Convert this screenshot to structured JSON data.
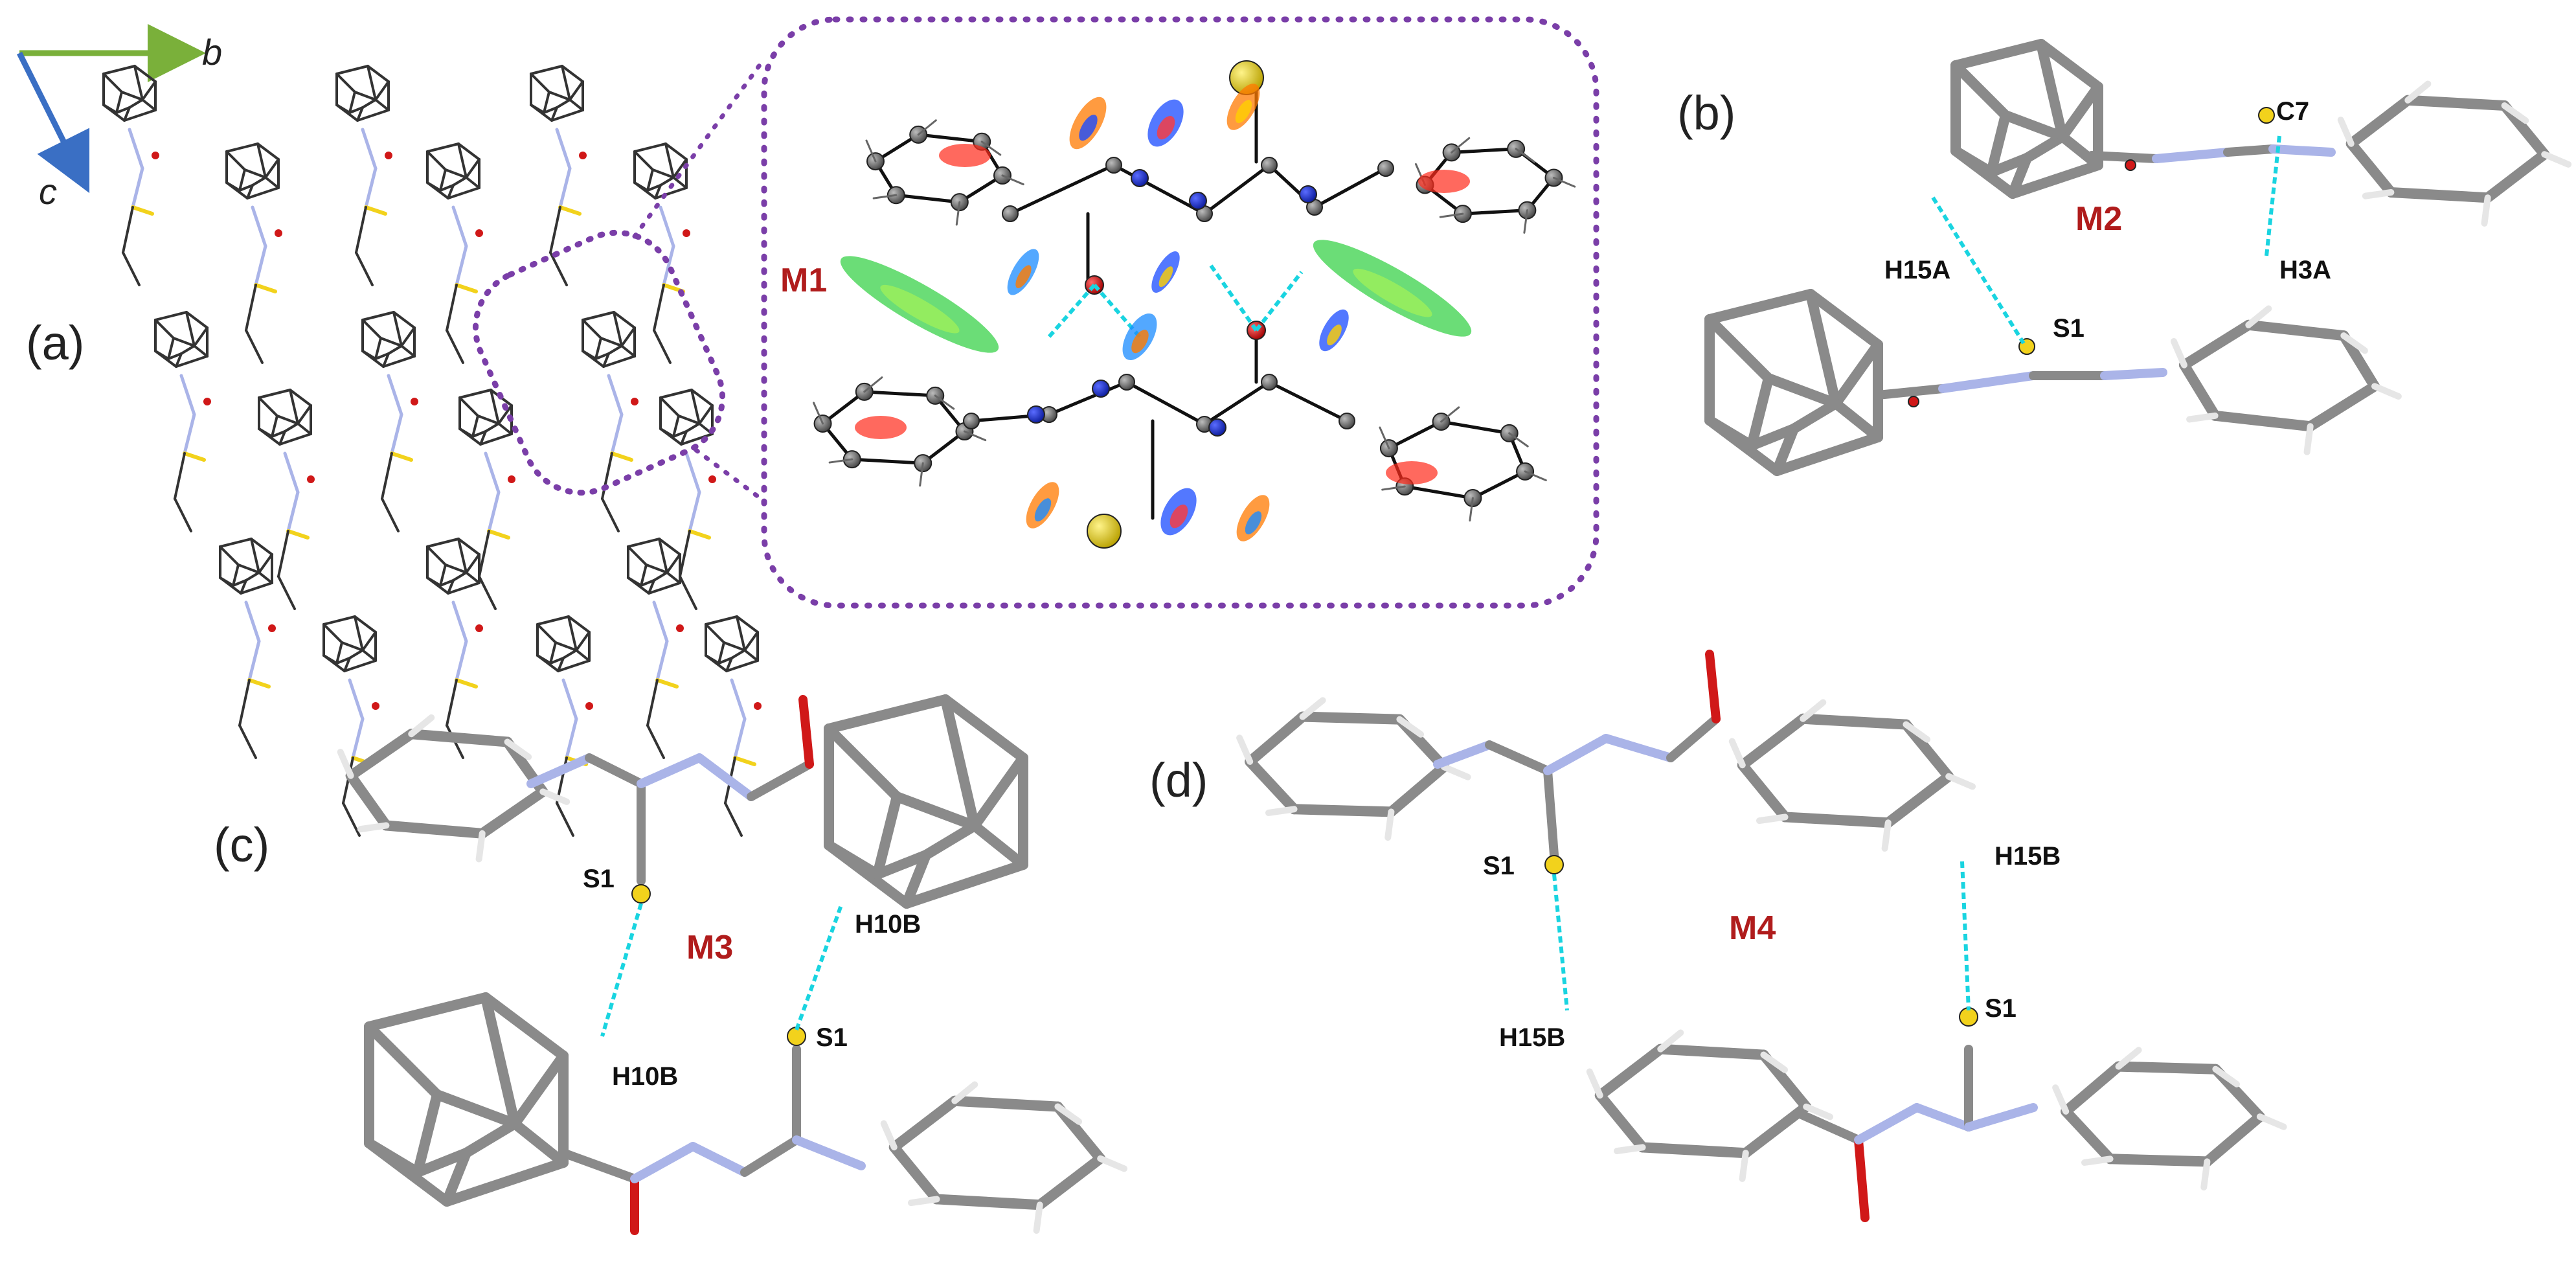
{
  "panels": {
    "a": "(a)",
    "b": "(b)",
    "c": "(c)",
    "d": "(d)"
  },
  "axes": {
    "b": "b",
    "c": "c"
  },
  "motifs": {
    "m1": "M1",
    "m2": "M2",
    "m3": "M3",
    "m4": "M4"
  },
  "atoms": {
    "b_c7": "C7",
    "b_h15a": "H15A",
    "b_s1": "S1",
    "b_h3a": "H3A",
    "c_s1_top": "S1",
    "c_h10b_top": "H10B",
    "c_h10b_bottom": "H10B",
    "c_s1_bottom": "S1",
    "d_s1_top": "S1",
    "d_h15b_top": "H15B",
    "d_h15b_bottom": "H15B",
    "d_s1_bottom": "S1"
  },
  "colors": {
    "carbon": "#8a8a8a",
    "hydrogen": "#e6e6e6",
    "nitrogen": "#aab4e8",
    "oxygen": "#d01818",
    "sulfur": "#f2d21c",
    "contact": "#19d4e0",
    "motif": "#b01c1c",
    "inset_border": "#7a3ea8",
    "axis_b": "#7ab03a",
    "axis_c": "#3a6fc4"
  }
}
